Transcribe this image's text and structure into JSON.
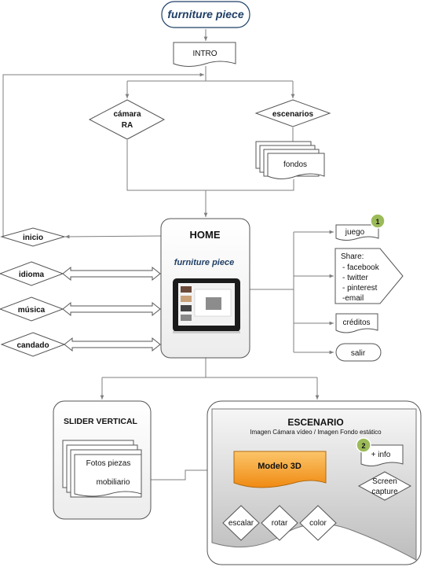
{
  "start": {
    "label": "furniture piece"
  },
  "intro": {
    "label": "INTRO"
  },
  "camara": {
    "line1": "cámara",
    "line2": "RA"
  },
  "escenarios": {
    "label": "escenarios"
  },
  "fondos": {
    "label": "fondos"
  },
  "home": {
    "title": "HOME",
    "subtitle": "furniture piece"
  },
  "left_menu": {
    "inicio": "inicio",
    "idioma": "idioma",
    "musica": "música",
    "candado": "candado"
  },
  "right_menu": {
    "juego": "juego",
    "juego_badge": "1",
    "share_lines": [
      "Share:",
      "- facebook",
      "- twitter",
      "- pinterest",
      "-email"
    ],
    "creditos": "créditos",
    "salir": "salir"
  },
  "slider": {
    "title": "SLIDER VERTICAL",
    "doc_line1": "Fotos piezas",
    "doc_line2": "mobiliario"
  },
  "escenario": {
    "title": "ESCENARIO",
    "subtitle": "Imagen Cámara vídeo / Imagen Fondo estático",
    "modelo": "Modelo 3D",
    "info": "+ info",
    "info_badge": "2",
    "screen_line1": "Screen",
    "screen_line2": "capture",
    "escalar": "escalar",
    "rotar": "rotar",
    "color": "color"
  },
  "colors": {
    "accent_orange": "#f59a2a",
    "badge_green": "#9bbb59",
    "title_blue": "#1f3f66",
    "panel_gray": "#d4d4d4"
  }
}
